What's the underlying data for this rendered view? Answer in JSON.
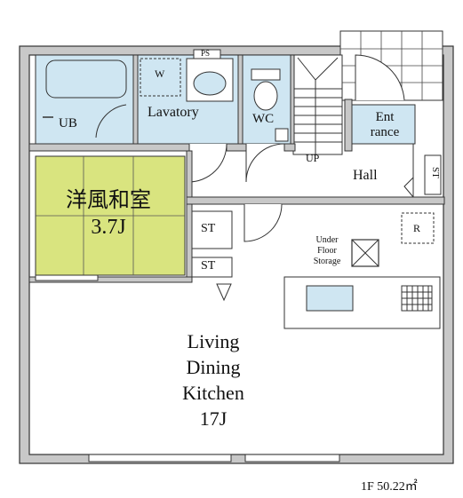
{
  "rooms": {
    "ub": "UB",
    "lavatory": "Lavatory",
    "wc": "WC",
    "entrance_line1": "Ent",
    "entrance_line2": "rance",
    "hall": "Hall",
    "up": "UP",
    "washer": "W",
    "ps": "PS",
    "st_hall": "ST",
    "st_left_a": "ST",
    "st_left_b": "ST",
    "fridge": "R",
    "under_floor_line1": "Under",
    "under_floor_line2": "Floor",
    "under_floor_line3": "Storage",
    "washitsu_line1": "洋風和室",
    "washitsu_line2": "3.7J",
    "ldk_line1": "Living",
    "ldk_line2": "Dining",
    "ldk_line3": "Kitchen",
    "ldk_line4": "17J"
  },
  "footer": {
    "floor_area": "1F 50.22㎡"
  },
  "colors": {
    "wet_area": "#cfe6f2",
    "tatami": "#d9e47f",
    "wall": "#c8c8c8",
    "line": "#333333"
  }
}
